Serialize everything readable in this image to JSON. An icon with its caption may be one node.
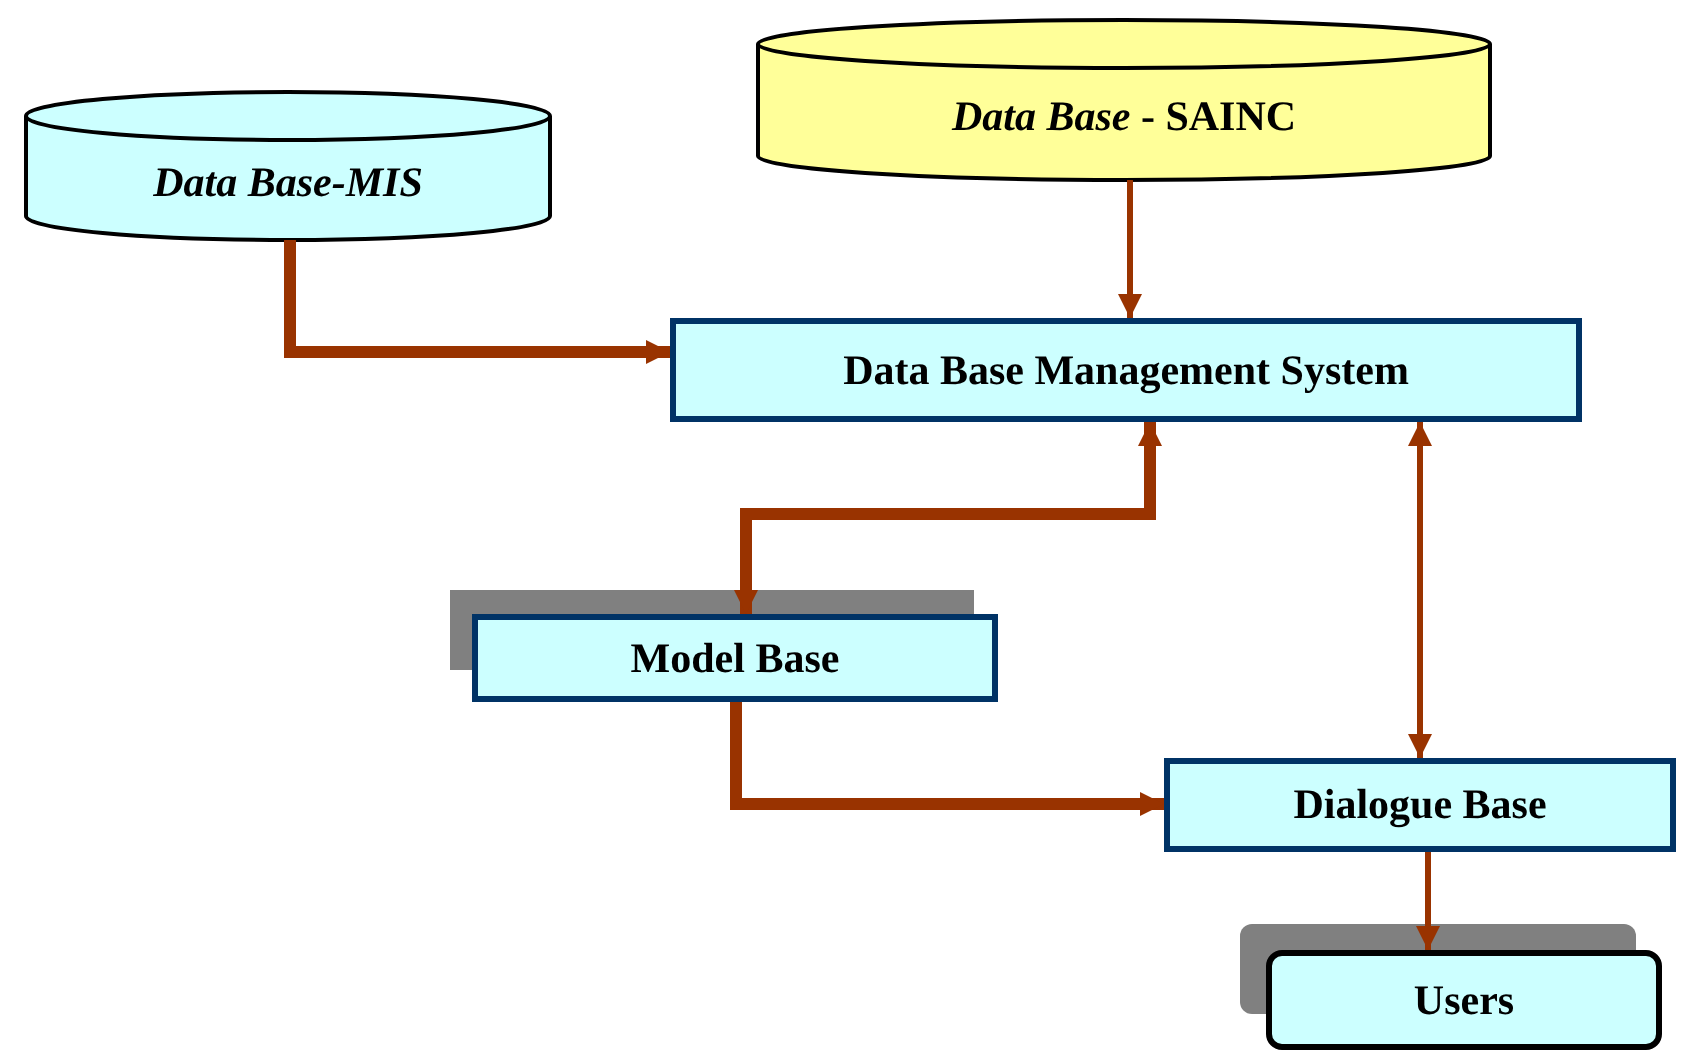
{
  "diagram": {
    "nodes": [
      {
        "text": [
          "Data Base-MIS"
        ]
      },
      {
        "text": [
          "*Data Base* - SAINC"
        ]
      },
      {
        "text": [
          "Data Base Management System"
        ]
      },
      {
        "text": [
          "Model Base"
        ]
      },
      {
        "text": [
          "Dialogue Base"
        ]
      },
      {
        "text": [
          "Users"
        ]
      }
    ],
    "edges": [
      {
        "from": 0,
        "to": 2,
        "arrow": "to",
        "style": "thick"
      },
      {
        "from": 1,
        "to": 2,
        "arrow": "to"
      },
      {
        "from": 2,
        "to": 3,
        "arrow": "both",
        "style": "thick"
      },
      {
        "from": 2,
        "to": 4,
        "arrow": "both"
      },
      {
        "from": 3,
        "to": 4,
        "arrow": "to",
        "style": "thick"
      },
      {
        "from": 4,
        "to": 5,
        "arrow": "to"
      }
    ]
  }
}
